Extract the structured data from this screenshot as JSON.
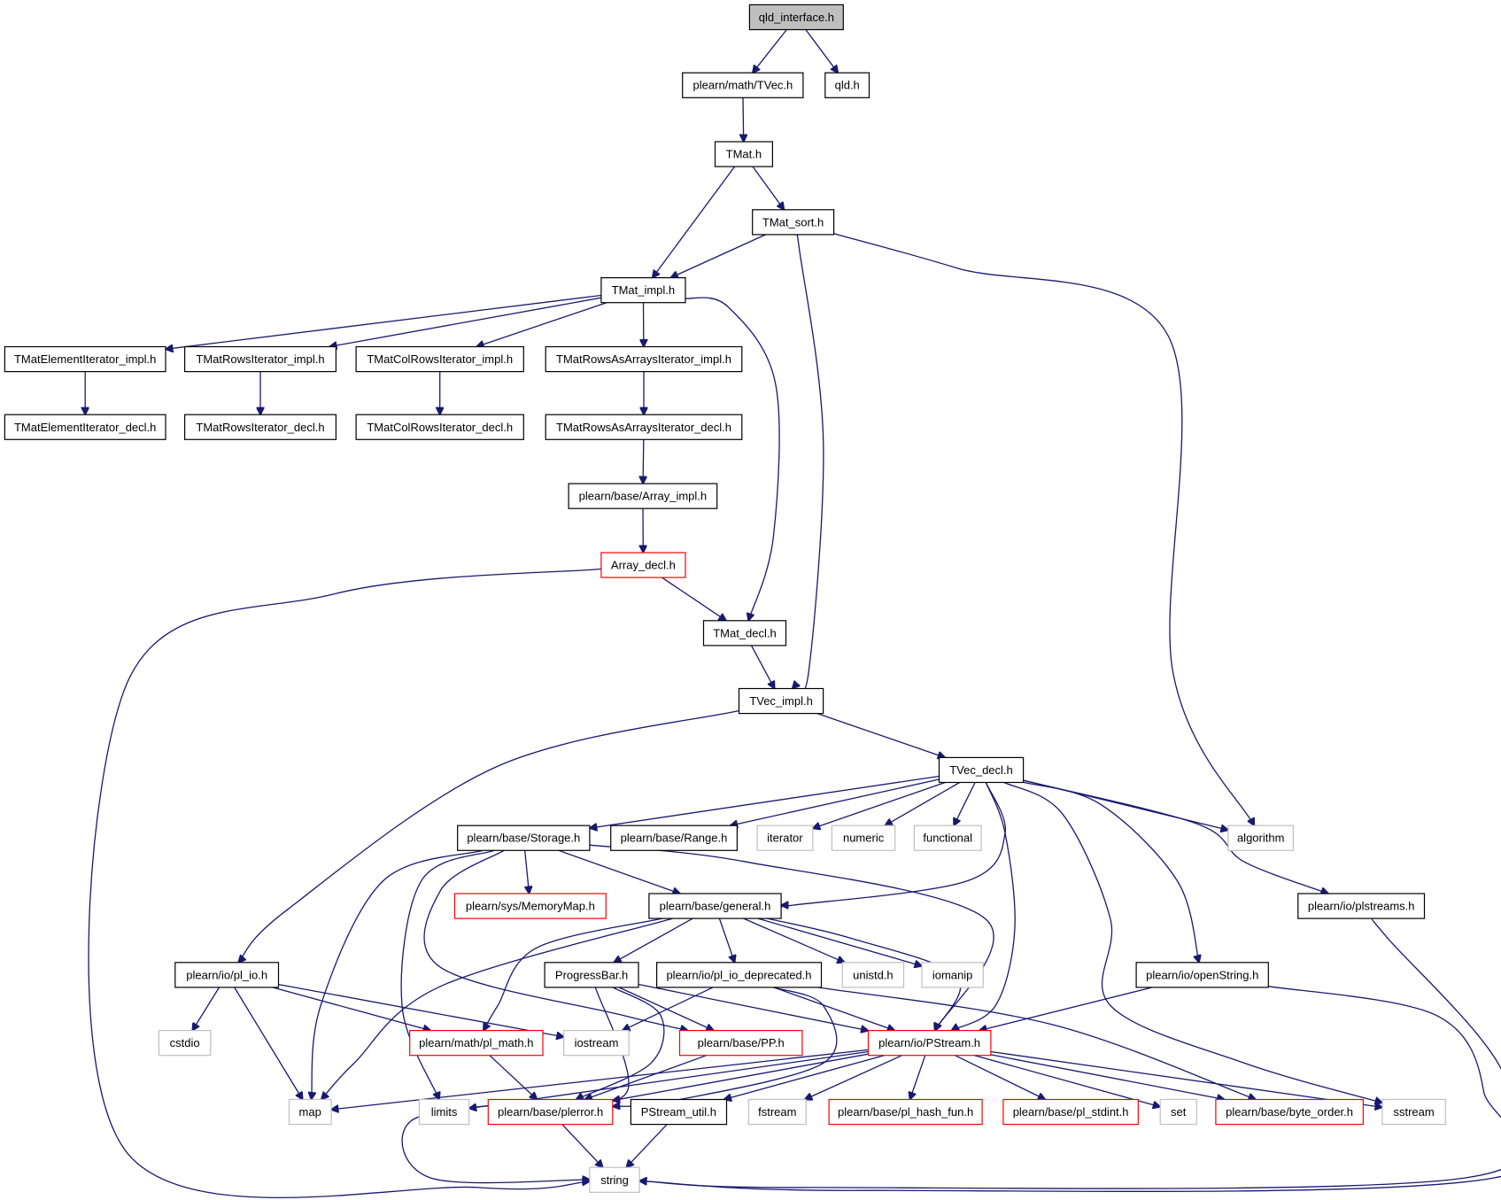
{
  "graph": {
    "colors": {
      "edge": "#191970",
      "normal_border": "#000000",
      "truncated_border": "#ff0000",
      "system_border": "#bfbfbf",
      "root_fill": "#bfbfbf",
      "default_fill": "#ffffff"
    },
    "nodes": [
      {
        "id": "n1",
        "label": "qld_interface.h",
        "style": "root"
      },
      {
        "id": "n2",
        "label": "plearn/math/TVec.h",
        "style": "normal"
      },
      {
        "id": "n3",
        "label": "qld.h",
        "style": "normal"
      },
      {
        "id": "n4",
        "label": "TMat.h",
        "style": "normal"
      },
      {
        "id": "n5",
        "label": "TMat_sort.h",
        "style": "normal"
      },
      {
        "id": "n6",
        "label": "TMat_impl.h",
        "style": "normal"
      },
      {
        "id": "n7",
        "label": "TMatElementIterator_impl.h",
        "style": "normal"
      },
      {
        "id": "n8",
        "label": "TMatRowsIterator_impl.h",
        "style": "normal"
      },
      {
        "id": "n9",
        "label": "TMatColRowsIterator_impl.h",
        "style": "normal"
      },
      {
        "id": "n10",
        "label": "TMatRowsAsArraysIterator_impl.h",
        "style": "normal"
      },
      {
        "id": "n11",
        "label": "TMatElementIterator_decl.h",
        "style": "normal"
      },
      {
        "id": "n12",
        "label": "TMatRowsIterator_decl.h",
        "style": "normal"
      },
      {
        "id": "n13",
        "label": "TMatColRowsIterator_decl.h",
        "style": "normal"
      },
      {
        "id": "n14",
        "label": "TMatRowsAsArraysIterator_decl.h",
        "style": "normal"
      },
      {
        "id": "n15",
        "label": "plearn/base/Array_impl.h",
        "style": "normal"
      },
      {
        "id": "n16",
        "label": "Array_decl.h",
        "style": "truncated"
      },
      {
        "id": "n17",
        "label": "TMat_decl.h",
        "style": "normal"
      },
      {
        "id": "n18",
        "label": "TVec_impl.h",
        "style": "normal"
      },
      {
        "id": "n19",
        "label": "TVec_decl.h",
        "style": "normal"
      },
      {
        "id": "n20",
        "label": "plearn/base/Storage.h",
        "style": "normal"
      },
      {
        "id": "n21",
        "label": "plearn/base/Range.h",
        "style": "normal"
      },
      {
        "id": "n22",
        "label": "iterator",
        "style": "system"
      },
      {
        "id": "n23",
        "label": "numeric",
        "style": "system"
      },
      {
        "id": "n24",
        "label": "functional",
        "style": "system"
      },
      {
        "id": "n25",
        "label": "algorithm",
        "style": "system"
      },
      {
        "id": "n26",
        "label": "plearn/sys/MemoryMap.h",
        "style": "truncated"
      },
      {
        "id": "n27",
        "label": "plearn/base/general.h",
        "style": "normal"
      },
      {
        "id": "n28",
        "label": "plearn/io/plstreams.h",
        "style": "normal"
      },
      {
        "id": "n29",
        "label": "plearn/io/pl_io.h",
        "style": "normal"
      },
      {
        "id": "n30",
        "label": "ProgressBar.h",
        "style": "normal"
      },
      {
        "id": "n31",
        "label": "plearn/io/pl_io_deprecated.h",
        "style": "normal"
      },
      {
        "id": "n32",
        "label": "unistd.h",
        "style": "system"
      },
      {
        "id": "n33",
        "label": "iomanip",
        "style": "system"
      },
      {
        "id": "n34",
        "label": "plearn/io/openString.h",
        "style": "normal"
      },
      {
        "id": "n35",
        "label": "cstdio",
        "style": "system"
      },
      {
        "id": "n36",
        "label": "plearn/math/pl_math.h",
        "style": "truncated"
      },
      {
        "id": "n37",
        "label": "iostream",
        "style": "system"
      },
      {
        "id": "n38",
        "label": "plearn/base/PP.h",
        "style": "truncated"
      },
      {
        "id": "n39",
        "label": "plearn/io/PStream.h",
        "style": "truncated"
      },
      {
        "id": "n40",
        "label": "map",
        "style": "system"
      },
      {
        "id": "n41",
        "label": "limits",
        "style": "system"
      },
      {
        "id": "n42",
        "label": "plearn/base/plerror.h",
        "style": "truncated"
      },
      {
        "id": "n43",
        "label": "PStream_util.h",
        "style": "normal"
      },
      {
        "id": "n44",
        "label": "fstream",
        "style": "system"
      },
      {
        "id": "n45",
        "label": "plearn/base/pl_hash_fun.h",
        "style": "truncated"
      },
      {
        "id": "n46",
        "label": "plearn/base/pl_stdint.h",
        "style": "truncated"
      },
      {
        "id": "n47",
        "label": "set",
        "style": "system"
      },
      {
        "id": "n48",
        "label": "plearn/base/byte_order.h",
        "style": "truncated"
      },
      {
        "id": "n49",
        "label": "sstream",
        "style": "system"
      },
      {
        "id": "n50",
        "label": "string",
        "style": "system"
      }
    ]
  }
}
